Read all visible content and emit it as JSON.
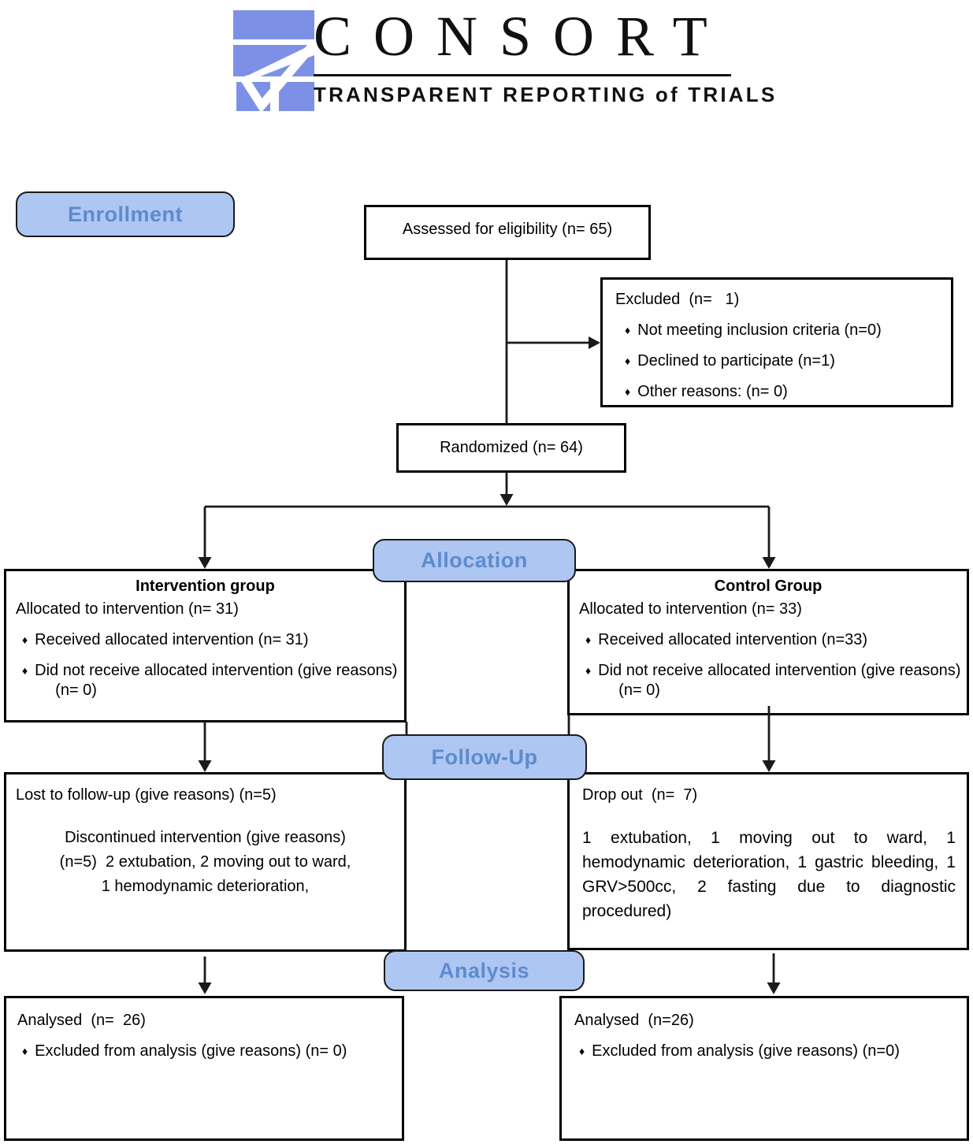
{
  "logo": {
    "title": "CONSORT",
    "subtitle": "TRANSPARENT REPORTING of TRIALS",
    "blue": "#7C91E6"
  },
  "colors": {
    "pill_fill": "#AEC6F2",
    "pill_text": "#5D8CCD",
    "line": "#1a1a1a"
  },
  "icons": {
    "bullet_glyph": "♦"
  },
  "labels": {
    "enrollment": "Enrollment",
    "allocation": "Allocation",
    "followup": "Follow-Up",
    "analysis": "Analysis"
  },
  "boxes": {
    "assessed": {
      "text": "Assessed for eligibility (n= 65)"
    },
    "excluded": {
      "title": "Excluded  (n=   1)",
      "bullets": [
        "Not meeting inclusion criteria (n=0)",
        "Declined to participate (n=1)",
        "Other reasons: (n= 0)"
      ]
    },
    "randomized": {
      "text": "Randomized (n= 64)"
    },
    "intervention": {
      "title": "Intervention group",
      "line": "Allocated to intervention (n= 31)",
      "bullets": [
        "Received allocated intervention (n= 31)",
        "Did not receive allocated intervention (give reasons) (n= 0)"
      ]
    },
    "control": {
      "title": "Control Group",
      "line": "Allocated to intervention (n= 33)",
      "bullets": [
        "Received allocated intervention (n=33)",
        "Did not receive allocated intervention (give reasons) (n= 0)"
      ]
    },
    "followup_left": {
      "line": "Lost to follow-up (give reasons) (n=5)",
      "detail": "Discontinued intervention (give reasons)\n(n=5)  2 extubation, 2 moving out to ward,\n1 hemodynamic deterioration,"
    },
    "followup_right": {
      "line": "Drop out  (n=  7)",
      "detail": "1 extubation, 1 moving out to ward, 1 hemodynamic deterioration, 1 gastric bleeding, 1 GRV>500cc, 2 fasting due to diagnostic procedured)"
    },
    "analysed_left": {
      "line": "Analysed  (n=  26)",
      "bullets": [
        "Excluded from analysis (give reasons) (n= 0)"
      ]
    },
    "analysed_right": {
      "line": "Analysed  (n=26)",
      "bullets": [
        "Excluded from analysis (give reasons) (n=0)"
      ]
    }
  }
}
